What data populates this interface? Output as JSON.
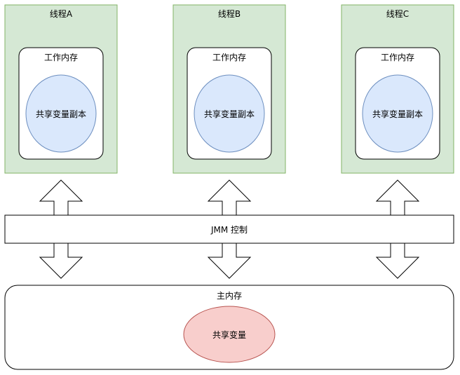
{
  "threads": [
    {
      "title": "线程A",
      "working_memory_label": "工作内存",
      "copy_label": "共享变量副本"
    },
    {
      "title": "线程B",
      "working_memory_label": "工作内存",
      "copy_label": "共享变量副本"
    },
    {
      "title": "线程C",
      "working_memory_label": "工作内存",
      "copy_label": "共享变量副本"
    }
  ],
  "jmm_control": {
    "label": "JMM 控制"
  },
  "main_memory": {
    "label": "主内存",
    "shared_variable_label": "共享变量"
  },
  "colors": {
    "thread_fill": "#d5e8d4",
    "thread_stroke": "#82b366",
    "copy_fill": "#dae8fc",
    "copy_stroke": "#6c8ebf",
    "shared_fill": "#f8cecc",
    "shared_stroke": "#b85450"
  },
  "icons": {
    "arrow_up": "up-arrow-icon",
    "arrow_down": "down-arrow-icon"
  }
}
